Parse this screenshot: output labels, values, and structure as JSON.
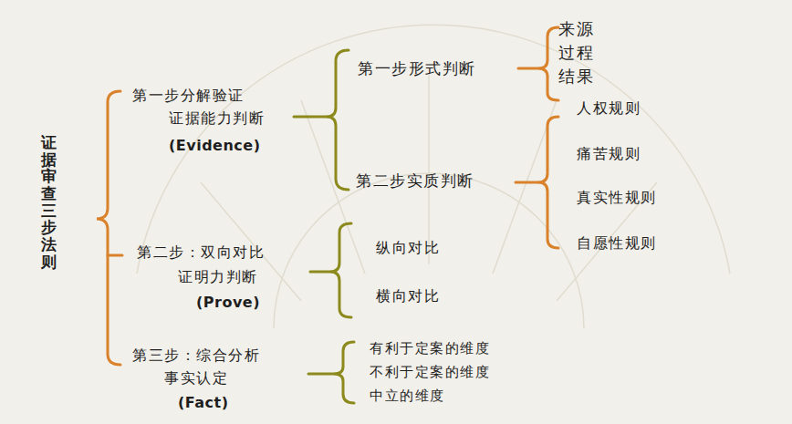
{
  "diagram": {
    "title": "证据审查三步法则",
    "labels": [
      "第一步分解验证",
      "证据能力判断",
      "(Evidence)",
      "第一步形式判断",
      "来源",
      "过程",
      "结果",
      "第二步实质判断",
      "人权规则",
      "痛苦规则",
      "真实性规则",
      "自愿性规则",
      "第二步：双向对比",
      "证明力判断",
      "(Prove)",
      "纵向对比",
      "横向对比",
      "第三步：综合分析",
      "事实认定",
      "(Fact)",
      "有利于定案的维度",
      "不利于定案的维度",
      "中立的维度"
    ]
  }
}
